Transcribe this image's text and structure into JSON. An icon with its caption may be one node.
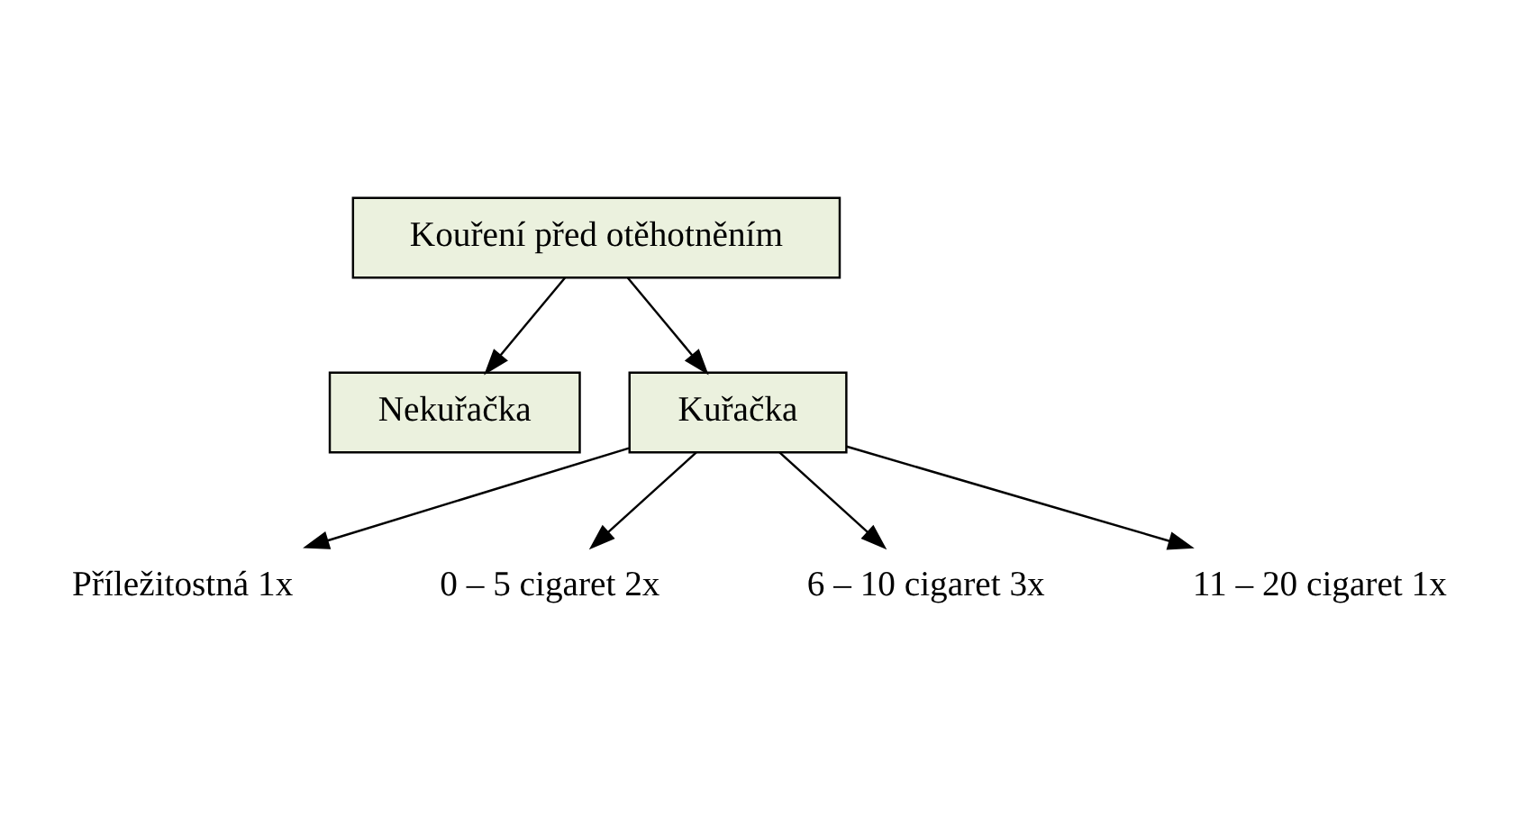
{
  "diagram": {
    "nodes": [
      {
        "text": [
          "Kouření před otěhotněním"
        ]
      },
      {
        "text": [
          "Nekuřačka"
        ]
      },
      {
        "text": [
          "Kuřačka"
        ]
      },
      {
        "text": [
          "Příležitostná 1x"
        ]
      },
      {
        "text": [
          "0 – 5 cigaret 2x"
        ]
      },
      {
        "text": [
          "6 – 10 cigaret 3x"
        ]
      },
      {
        "text": [
          "11 – 20 cigaret 1x"
        ]
      }
    ],
    "edges": [
      {
        "from": 0,
        "to": 1,
        "arrow": "to"
      },
      {
        "from": 0,
        "to": 2,
        "arrow": "to"
      },
      {
        "from": 2,
        "to": 3,
        "arrow": "to"
      },
      {
        "from": 2,
        "to": 4,
        "arrow": "to"
      },
      {
        "from": 2,
        "to": 5,
        "arrow": "to"
      },
      {
        "from": 2,
        "to": 6,
        "arrow": "to"
      }
    ]
  }
}
